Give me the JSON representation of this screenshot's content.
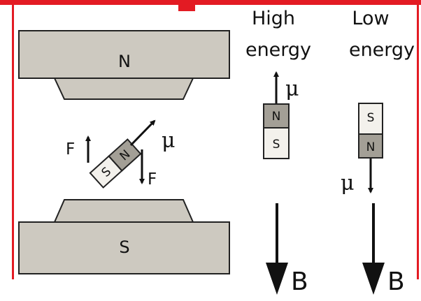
{
  "magnet": {
    "top_pole_label": "N",
    "bottom_pole_label": "S"
  },
  "tilted_dipole": {
    "north_label": "N",
    "south_label": "S",
    "moment_label": "μ",
    "force_label_left": "F",
    "force_label_right": "F"
  },
  "high_energy": {
    "heading_line1": "High",
    "heading_line2": "energy",
    "moment_label": "μ",
    "top_label": "N",
    "bottom_label": "S",
    "field_label": "B"
  },
  "low_energy": {
    "heading_line1": "Low",
    "heading_line2": "energy",
    "moment_label": "μ",
    "top_label": "S",
    "bottom_label": "N",
    "field_label": "B"
  },
  "colors": {
    "magnet_fill": "#cdc9c0",
    "north_block": "#a39f96",
    "south_block": "#f3f1ec",
    "frame_red": "#e31b23",
    "ink": "#111111"
  }
}
